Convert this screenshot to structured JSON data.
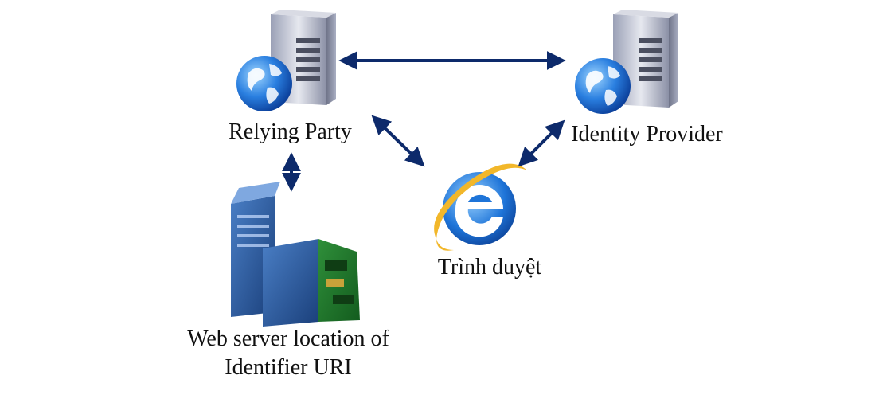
{
  "nodes": {
    "relying_party": {
      "label": "Relying Party",
      "icon": "server-globe-icon"
    },
    "identity_provider": {
      "label": "Identity Provider",
      "icon": "server-globe-icon"
    },
    "browser": {
      "label": "Trình duyệt",
      "icon": "internet-explorer-icon"
    },
    "web_server": {
      "label_line1": "Web server location of",
      "label_line2": "Identifier URI",
      "icon": "server-rack-icon"
    }
  },
  "edges": [
    {
      "from": "relying_party",
      "to": "identity_provider",
      "style": "bidirectional"
    },
    {
      "from": "relying_party",
      "to": "browser",
      "style": "bidirectional"
    },
    {
      "from": "identity_provider",
      "to": "browser",
      "style": "bidirectional"
    },
    {
      "from": "relying_party",
      "to": "web_server",
      "style": "bidirectional"
    }
  ],
  "colors": {
    "arrow": "#0d2a6b",
    "label_text": "#111111",
    "globe_blue": "#1f6fd6",
    "server_gray": "#c9ccd6"
  }
}
